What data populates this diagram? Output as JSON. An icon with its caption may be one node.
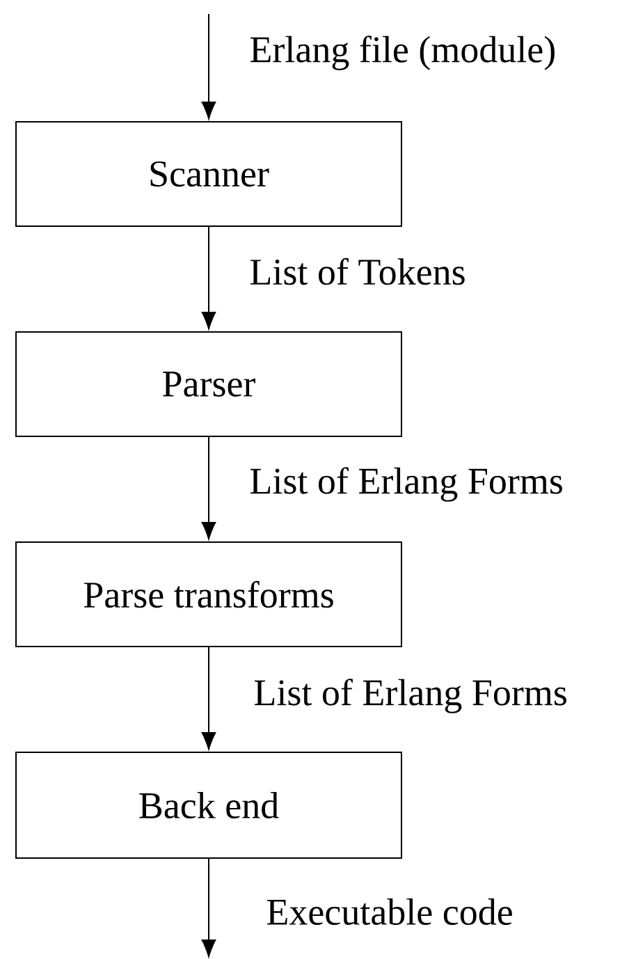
{
  "diagram": {
    "nodes": [
      {
        "text": [
          "Scanner"
        ]
      },
      {
        "text": [
          "Parser"
        ]
      },
      {
        "text": [
          "Parse transforms"
        ]
      },
      {
        "text": [
          "Back end"
        ]
      }
    ],
    "edges": [
      {
        "from": null,
        "to": 0,
        "arrow": "to",
        "label": "Erlang file (module)"
      },
      {
        "from": 0,
        "to": 1,
        "arrow": "to",
        "label": "List of Tokens"
      },
      {
        "from": 1,
        "to": 2,
        "arrow": "to",
        "label": "List of Erlang Forms"
      },
      {
        "from": 2,
        "to": 3,
        "arrow": "to",
        "label": "List of Erlang Forms"
      },
      {
        "from": 3,
        "to": null,
        "arrow": "to",
        "label": "Executable code"
      }
    ]
  }
}
